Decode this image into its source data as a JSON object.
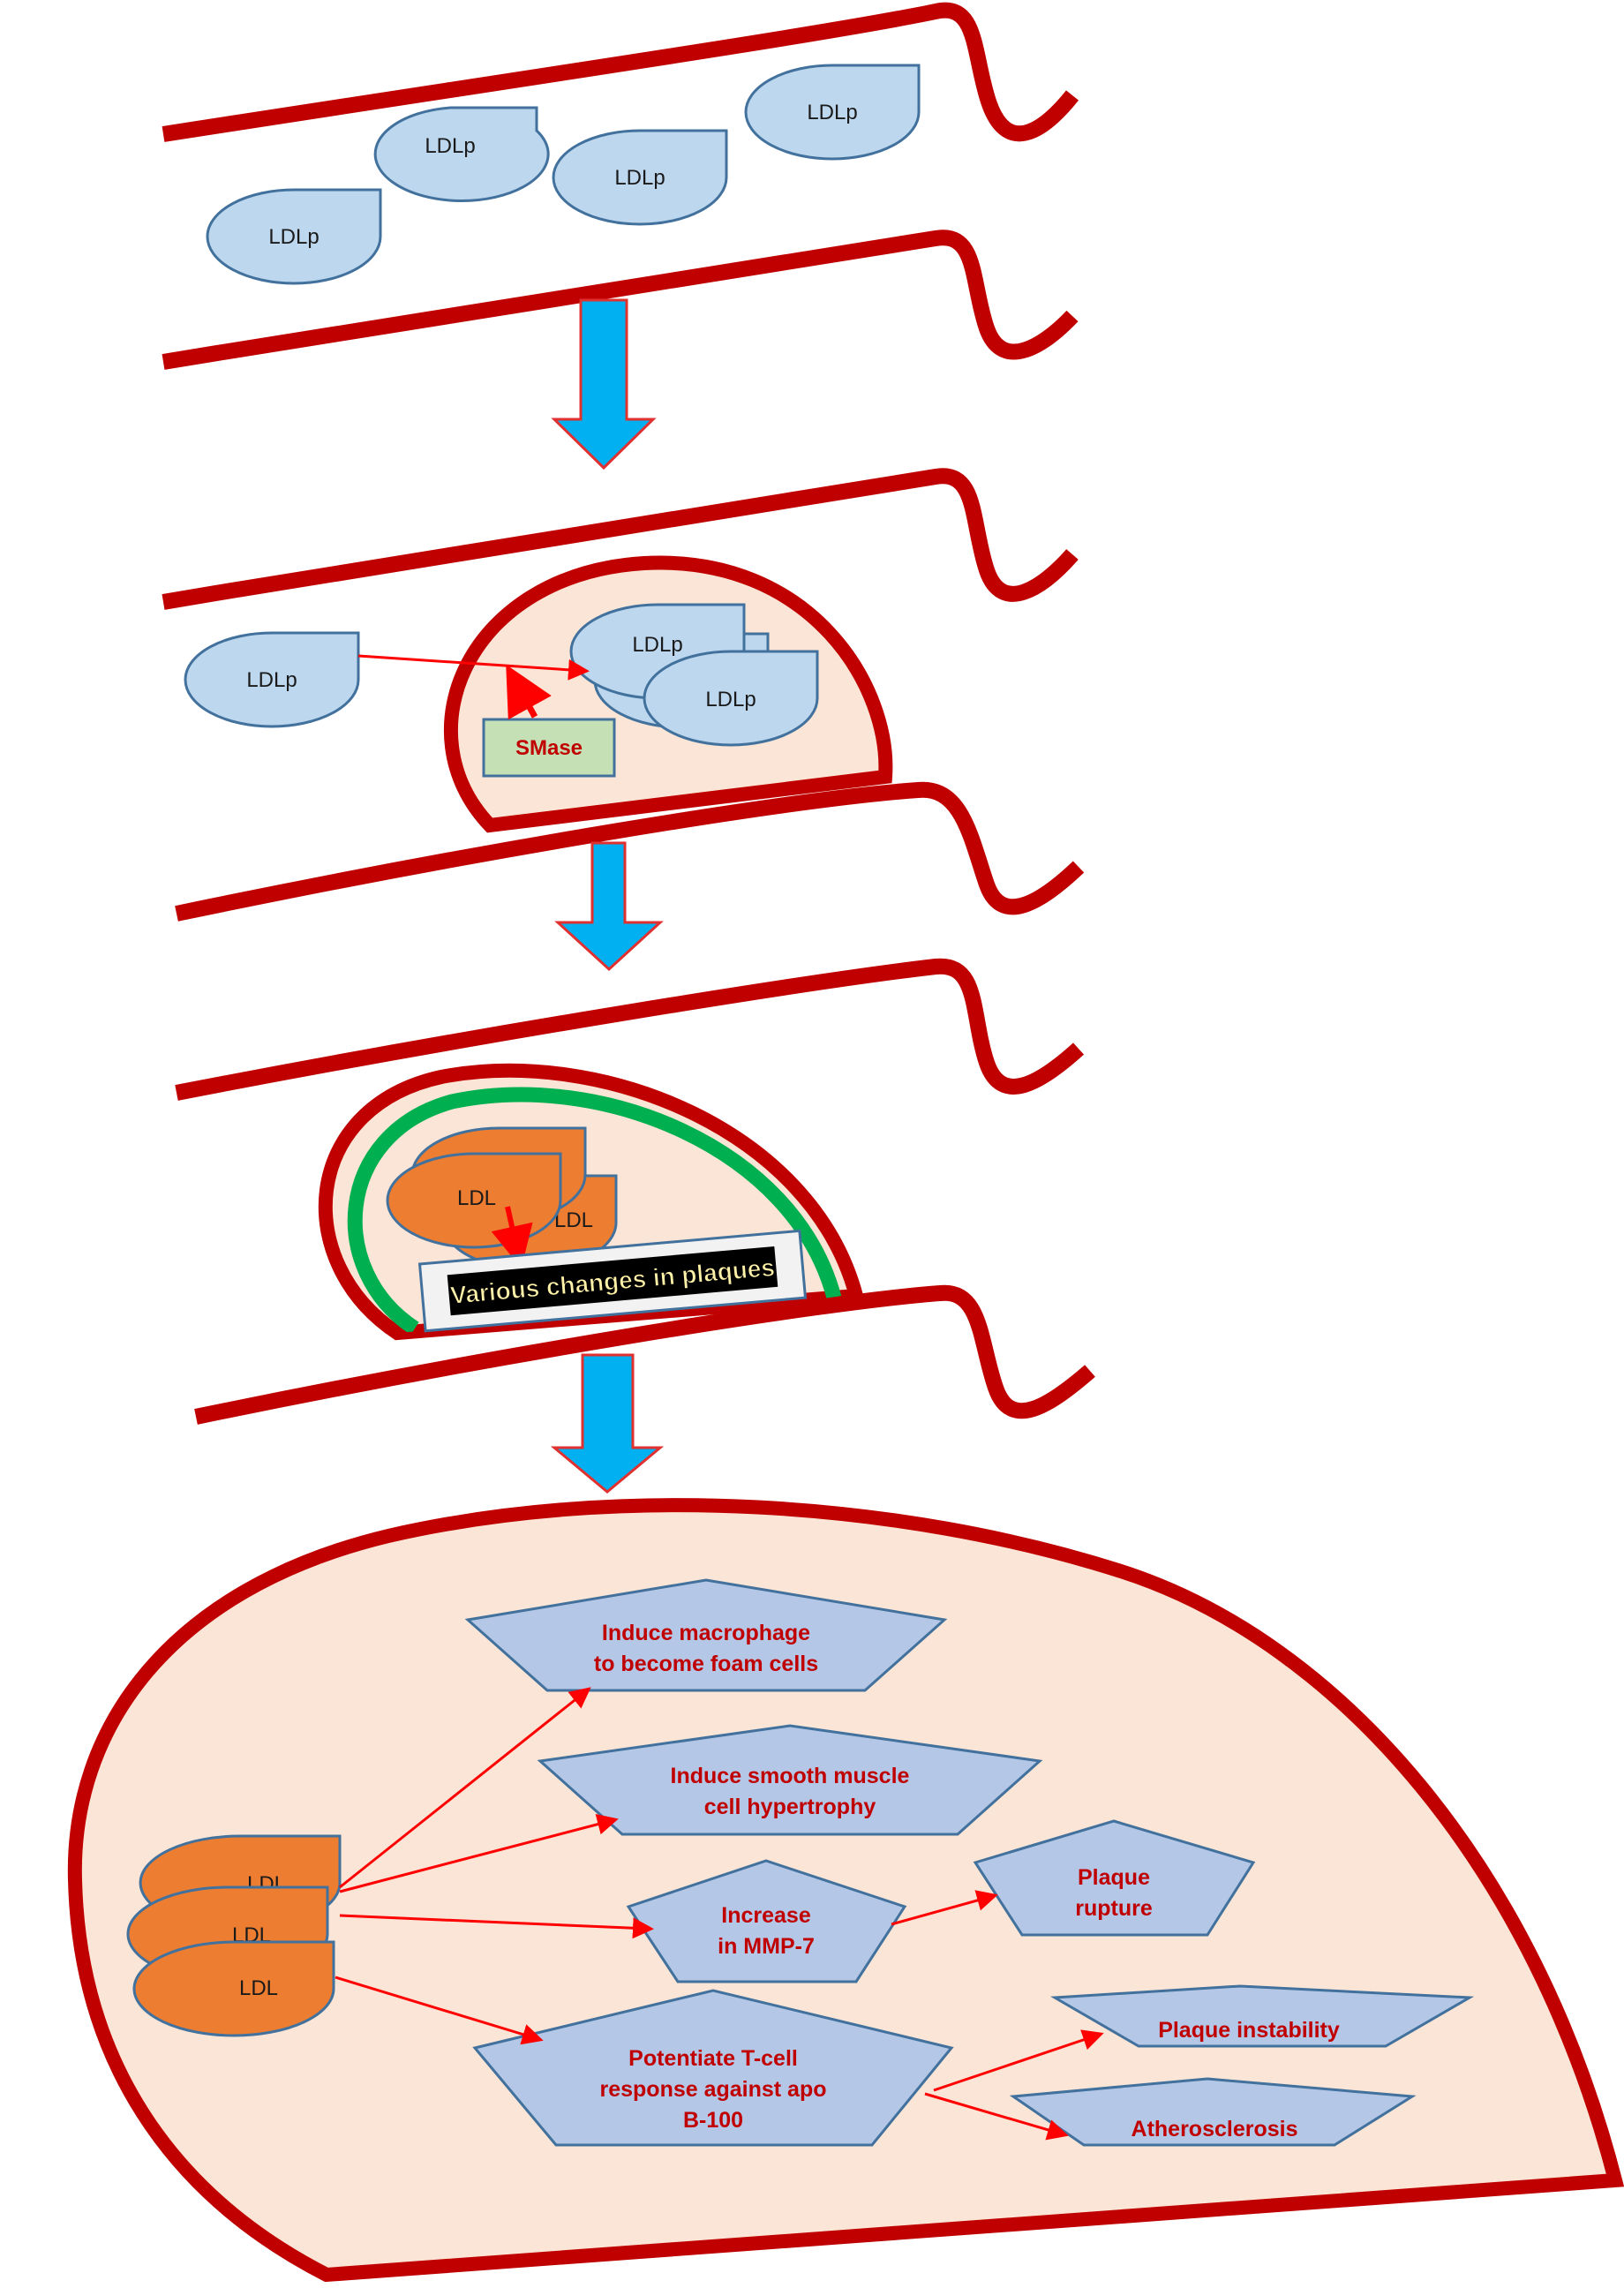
{
  "colors": {
    "vessel_wall": "#c00000",
    "lipoprotein_fill": "#bdd7ee",
    "lipoprotein_stroke": "#41719c",
    "ldl_fill": "#ed7d31",
    "plaque_fill": "#fbe5d6",
    "transition_arrow": "#00b0f0",
    "fibrous_cap": "#00b050",
    "enzyme_box": "#c5e0b4",
    "outcome_shape": "#b4c7e7",
    "link_arrow": "#ff0000"
  },
  "stage1": {
    "particles": [
      "LDLp",
      "LDLp",
      "LDLp",
      "LDLp"
    ]
  },
  "stage2": {
    "free_particle": "LDLp",
    "aggregated_particles": [
      "LDLp",
      "LDLp"
    ],
    "enzyme": "SMase"
  },
  "stage3": {
    "particles": [
      "LDL",
      "LDL"
    ],
    "banner": "Various changes in plaques"
  },
  "stage4": {
    "particles": [
      "LDL",
      "LDL",
      "LDL"
    ],
    "effects": [
      {
        "lines": [
          "Induce macrophage",
          "to become foam cells"
        ]
      },
      {
        "lines": [
          "Induce smooth muscle",
          "cell hypertrophy"
        ]
      },
      {
        "lines": [
          "Increase",
          "in MMP-7"
        ]
      },
      {
        "lines": [
          "Potentiate T-cell",
          "response against apo",
          "B-100"
        ]
      }
    ],
    "outcomes": [
      {
        "lines": [
          "Plaque",
          "rupture"
        ]
      },
      {
        "lines": [
          "Plaque instability"
        ]
      },
      {
        "lines": [
          "Atherosclerosis"
        ]
      }
    ]
  }
}
